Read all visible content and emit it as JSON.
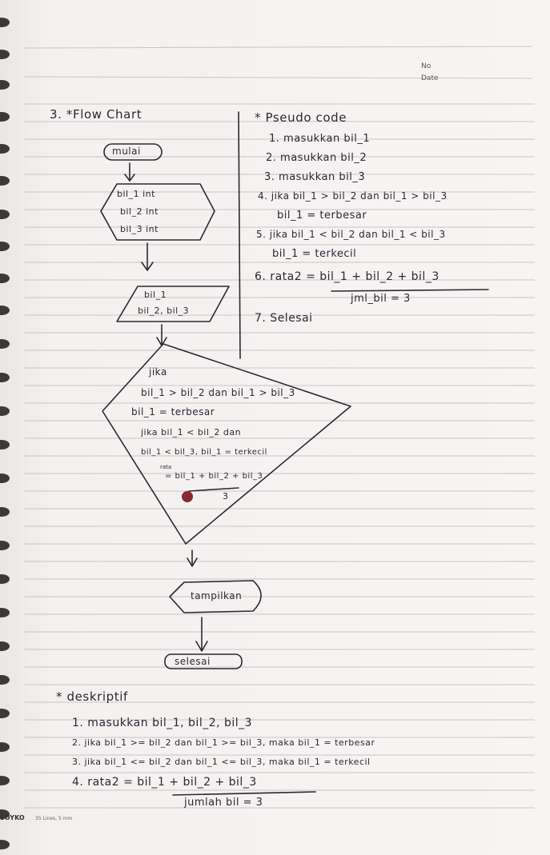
{
  "header": {
    "no_label": "No",
    "date_label": "Date"
  },
  "section_title": "3. *Flow Chart",
  "flowchart": {
    "start": "mulai",
    "input_decl": [
      "bil_1 int",
      "bil_2 int",
      "bil_3 int"
    ],
    "input_io": [
      "bil_1",
      "bil_2, bil_3"
    ],
    "decision": [
      "jika",
      "bil_1 > bil_2 dan bil_1 > bil_3",
      "bil_1 = terbesar",
      "jika bil_1 < bil_2 dan",
      "bil_1 < bil_3, bil_1 = terkecil",
      "rata",
      "= bil_1 + bil_2 + bil_3",
      "3"
    ],
    "output": "tampilkan",
    "end": "selesai"
  },
  "pseudocode": {
    "title": "* Pseudo code",
    "lines": [
      "1. masukkan bil_1",
      "2. masukkan bil_2",
      "3. masukkan bil_3",
      "4. jika bil_1 > bil_2 dan bil_1 > bil_3",
      "bil_1 = terbesar",
      "5. jika bil_1 < bil_2 dan bil_1 < bil_3",
      "bil_1 = terkecil",
      "6. rata2 = bil_1 + bil_2 + bil_3",
      "jml_bil = 3",
      "7. Selesai"
    ]
  },
  "description": {
    "title": "* deskriptif",
    "lines": [
      "1. masukkan bil_1, bil_2, bil_3",
      "2. jika bil_1 >= bil_2 dan bil_1 >= bil_3, maka bil_1 = terbesar",
      "3. jika bil_1 <= bil_2 dan bil_1 <= bil_3, maka bil_1 = terkecil",
      "4. rata2 = bil_1 + bil_2 + bil_3",
      "jumlah bil = 3"
    ]
  },
  "footer_brand": "SOYKO",
  "footer_spec": "35 Lines, 5 mm"
}
